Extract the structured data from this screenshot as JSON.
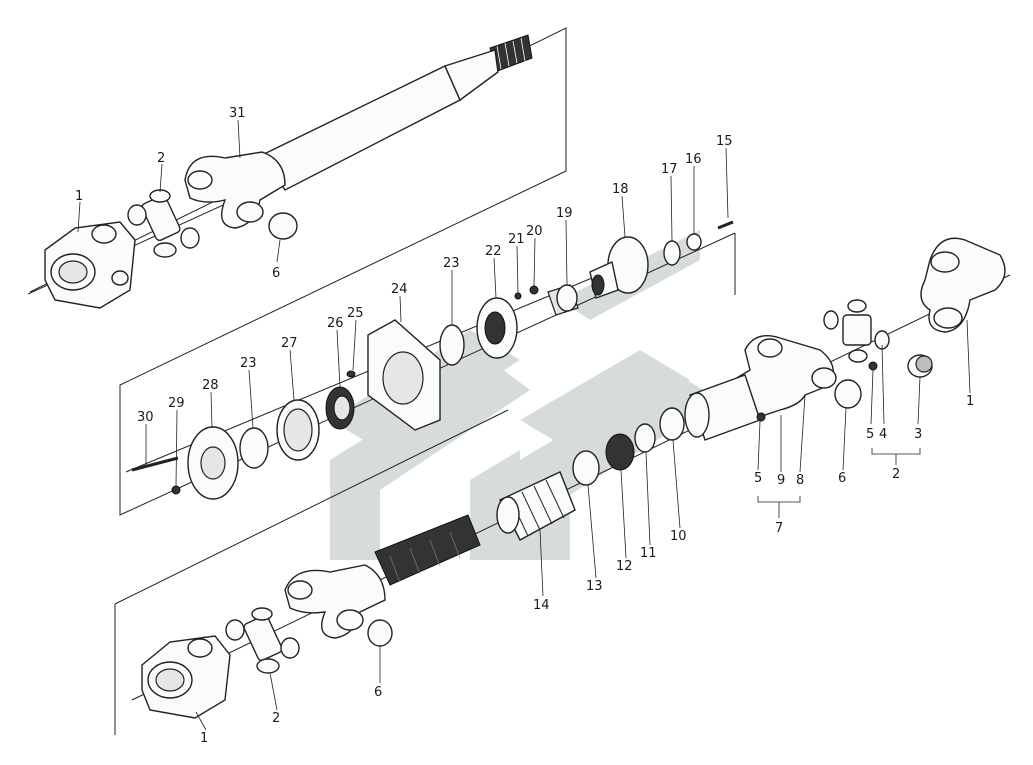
{
  "callouts": [
    {
      "id": "c31",
      "text": "31"
    },
    {
      "id": "c2a",
      "text": "2"
    },
    {
      "id": "c1a",
      "text": "1"
    },
    {
      "id": "c6a",
      "text": "6"
    },
    {
      "id": "c15",
      "text": "15"
    },
    {
      "id": "c16",
      "text": "16"
    },
    {
      "id": "c17",
      "text": "17"
    },
    {
      "id": "c18",
      "text": "18"
    },
    {
      "id": "c19",
      "text": "19"
    },
    {
      "id": "c20",
      "text": "20"
    },
    {
      "id": "c21",
      "text": "21"
    },
    {
      "id": "c22",
      "text": "22"
    },
    {
      "id": "c23a",
      "text": "23"
    },
    {
      "id": "c24",
      "text": "24"
    },
    {
      "id": "c25",
      "text": "25"
    },
    {
      "id": "c26",
      "text": "26"
    },
    {
      "id": "c27",
      "text": "27"
    },
    {
      "id": "c23b",
      "text": "23"
    },
    {
      "id": "c28",
      "text": "28"
    },
    {
      "id": "c29",
      "text": "29"
    },
    {
      "id": "c30",
      "text": "30"
    },
    {
      "id": "c1b",
      "text": "1"
    },
    {
      "id": "c3",
      "text": "3"
    },
    {
      "id": "c4",
      "text": "4"
    },
    {
      "id": "c5a",
      "text": "5"
    },
    {
      "id": "c2b",
      "text": "2"
    },
    {
      "id": "c6b",
      "text": "6"
    },
    {
      "id": "c8",
      "text": "8"
    },
    {
      "id": "c9",
      "text": "9"
    },
    {
      "id": "c5b",
      "text": "5"
    },
    {
      "id": "c7",
      "text": "7"
    },
    {
      "id": "c10",
      "text": "10"
    },
    {
      "id": "c11",
      "text": "11"
    },
    {
      "id": "c12",
      "text": "12"
    },
    {
      "id": "c13",
      "text": "13"
    },
    {
      "id": "c14",
      "text": "14"
    },
    {
      "id": "c6c",
      "text": "6"
    },
    {
      "id": "c2c",
      "text": "2"
    },
    {
      "id": "c1c",
      "text": "1"
    }
  ],
  "watermark": {
    "name": "logo-watermark",
    "color": "#c9cfcf"
  }
}
